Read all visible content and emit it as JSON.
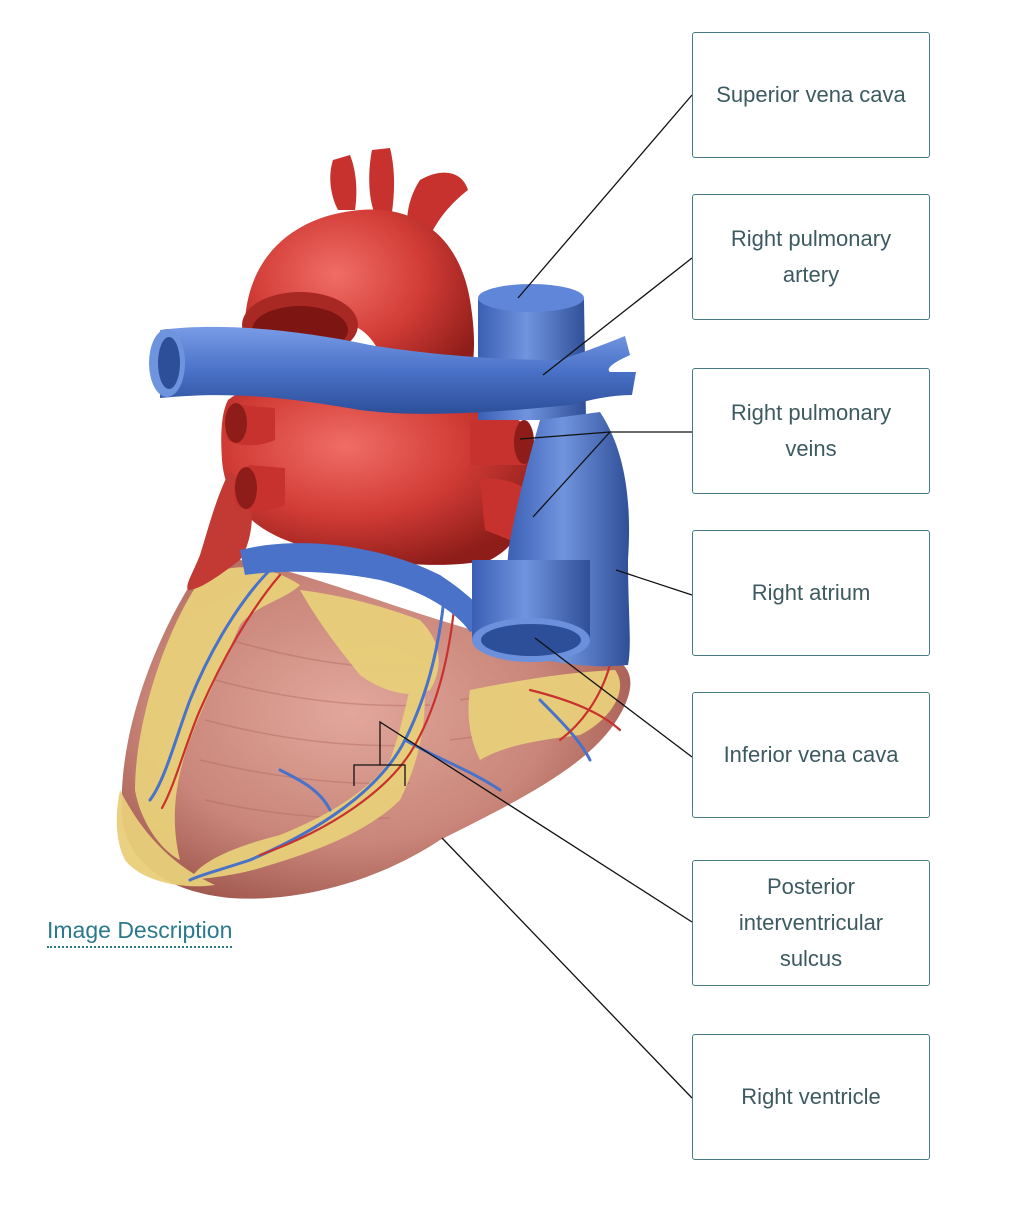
{
  "labels": [
    {
      "id": "superior-vena-cava",
      "text": "Superior vena cava"
    },
    {
      "id": "right-pulmonary-artery",
      "text": "Right pulmonary artery"
    },
    {
      "id": "right-pulmonary-veins",
      "text": "Right pulmonary veins"
    },
    {
      "id": "right-atrium",
      "text": "Right atrium"
    },
    {
      "id": "inferior-vena-cava",
      "text": "Inferior vena cava"
    },
    {
      "id": "posterior-interventricular-sulcus",
      "text": "Posterior interventricular sulcus"
    },
    {
      "id": "right-ventricle",
      "text": "Right ventricle"
    }
  ],
  "image_description_link": "Image Description",
  "colors": {
    "artery_red": "#c8322e",
    "vein_blue": "#4a72c8",
    "muscle_pink": "#c98579",
    "fat_yellow": "#e8cf7a",
    "box_border": "#4a7a84",
    "label_text": "#3d5a61",
    "link_teal": "#2b7a8c"
  }
}
